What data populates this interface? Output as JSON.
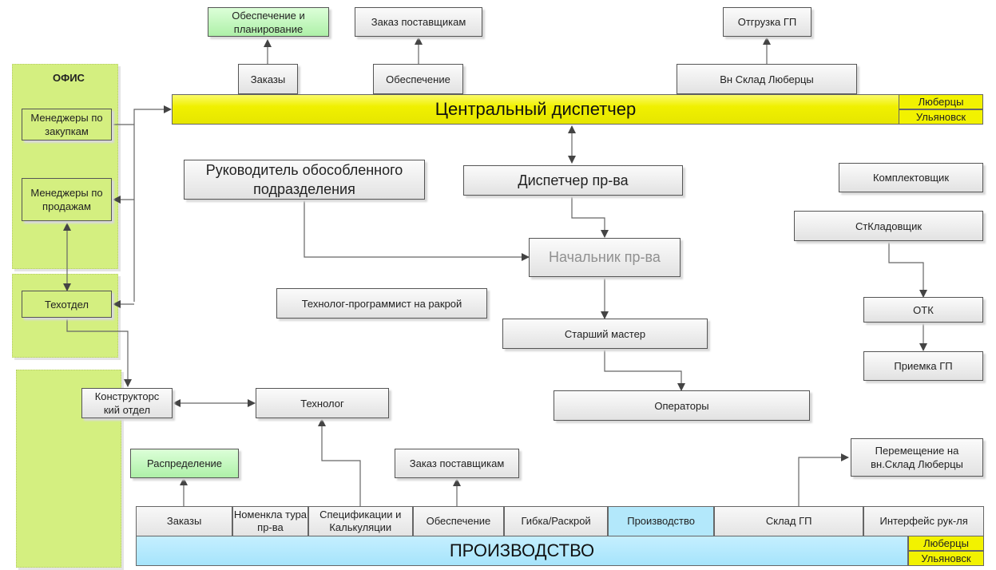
{
  "diagram": {
    "office_zone": {
      "title": "ОФИС"
    },
    "top_bar": {
      "title": "Центральный диспетчер",
      "locations": [
        "Люберцы",
        "Ульяновск"
      ]
    },
    "top_modules": {
      "orders": "Заказы",
      "supply": "Обеспечение",
      "warehouse": "Вн Склад Люберцы"
    },
    "top_outputs": {
      "planning": "Обеспечение и планирование",
      "supplier_order": "Заказ поставщикам",
      "shipment": "Отгрузка ГП"
    },
    "office_roles": {
      "purchasing": "Менеджеры по закупкам",
      "sales": "Менеджеры по продажам",
      "tech_dept": "Техотдел"
    },
    "roles": {
      "branch_head": "Руководитель обособленного подразделения",
      "prod_dispatcher": "Диспетчер пр-ва",
      "prod_head": "Начальник пр-ва",
      "cutting_programmer": "Технолог-программист на ракрой",
      "senior_master": "Старший мастер",
      "operators": "Операторы",
      "design_dept": "Конструкторс кий отдел",
      "technologist": "Технолог",
      "picker": "Комплектовщик",
      "senior_storekeeper": "СтКладовщик",
      "qc": "ОТК",
      "fg_acceptance": "Приемка ГП"
    },
    "bottom_outputs": {
      "distribution": "Распределение",
      "supplier_order": "Заказ поставщикам",
      "transfer": "Перемещение на вн.Склад Люберцы"
    },
    "bottom_bar": {
      "title": "ПРОИЗВОДСТВО",
      "locations": [
        "Люберцы",
        "Ульяновск"
      ],
      "modules": [
        {
          "label": "Заказы",
          "active": false
        },
        {
          "label": "Номенкла тура пр-ва",
          "active": false
        },
        {
          "label": "Спецификации и Калькуляции",
          "active": false
        },
        {
          "label": "Обеспечение",
          "active": false
        },
        {
          "label": "Гибка/Раскрой",
          "active": false
        },
        {
          "label": "Производство",
          "active": true
        },
        {
          "label": "Склад ГП",
          "active": false
        },
        {
          "label": "Интерфейс рук-ля",
          "active": false
        }
      ]
    },
    "colors": {
      "dispatcher_bar": "#f0f000",
      "production_bar": "#a6e4fb",
      "office_zone": "#d4ef80",
      "output_green": "#aef0a8",
      "box_gray": "#e2e2e2"
    }
  }
}
